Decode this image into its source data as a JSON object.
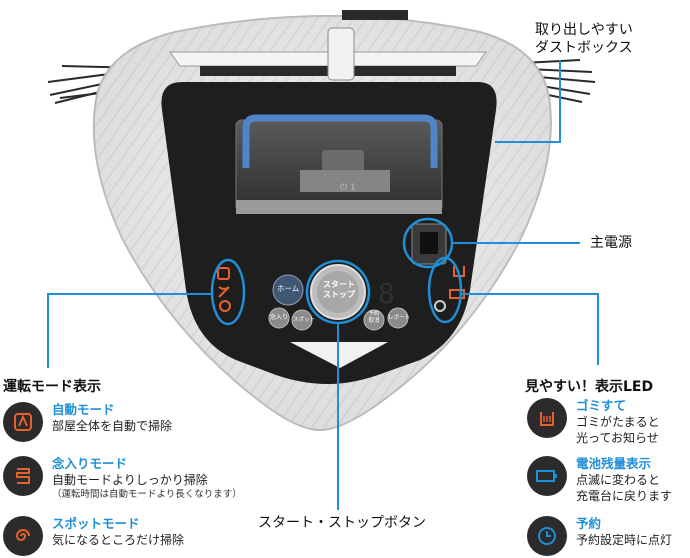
{
  "callouts": {
    "dustbox": [
      "取り出しやすい",
      "ダストボックス"
    ],
    "power": "主電源",
    "start_stop": "スタート・ストップボタン"
  },
  "panel": {
    "home": "ホーム",
    "start": [
      "スタート",
      "ストップ"
    ],
    "btn_nen": "念入り",
    "btn_spot": "スポット",
    "btn_yoyaku": [
      "予約",
      "取消"
    ],
    "btn_report": "レポート"
  },
  "left_section": {
    "heading": "運転モード表示",
    "modes": [
      {
        "icon": "auto-mode-icon",
        "title": "自動モード",
        "desc": "部屋全体を自動で掃除",
        "note": ""
      },
      {
        "icon": "nenri-mode-icon",
        "title": "念入りモード",
        "desc": "自動モードよりしっかり掃除",
        "note": "（運転時間は自動モードより長くなります）"
      },
      {
        "icon": "spot-mode-icon",
        "title": "スポットモード",
        "desc": "気になるところだけ掃除",
        "note": ""
      }
    ]
  },
  "right_section": {
    "heading": "見やすい！表示LED",
    "items": [
      {
        "icon": "dust-full-icon",
        "title": "ゴミすて",
        "desc": [
          "ゴミがたまると",
          "光ってお知らせ"
        ]
      },
      {
        "icon": "battery-icon",
        "title": "電池残量表示",
        "desc": [
          "点滅に変わると",
          "充電台に戻ります"
        ]
      },
      {
        "icon": "clock-icon",
        "title": "予約",
        "desc": [
          "予約設定時に点灯"
        ]
      }
    ]
  },
  "colors": {
    "accent": "#1f8fd8",
    "orange": "#e8612c",
    "badge": "#2b2b2b"
  }
}
